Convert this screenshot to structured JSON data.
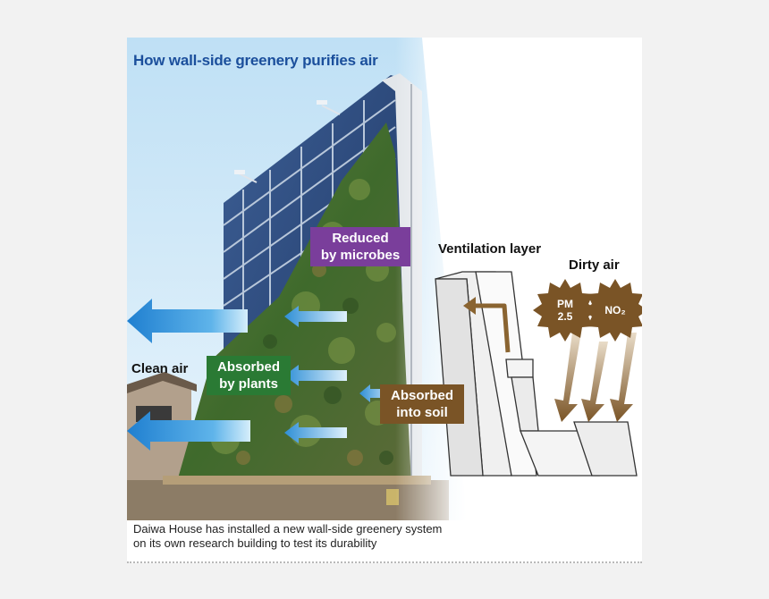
{
  "title": "How wall-side greenery purifies air",
  "labels": {
    "reduced_line1": "Reduced",
    "reduced_line2": "by microbes",
    "absorbed_plants_line1": "Absorbed",
    "absorbed_plants_line2": "by plants",
    "absorbed_soil_line1": "Absorbed",
    "absorbed_soil_line2": "into soil",
    "clean_air": "Clean air",
    "ventilation_layer": "Ventilation layer",
    "dirty_air": "Dirty air"
  },
  "pollutants": {
    "pm_line1": "PM",
    "pm_line2": "2.5",
    "no2": "NO₂"
  },
  "caption": {
    "line1": "Daiwa House has installed a new wall-side greenery system",
    "line2": "on its own research building to test its durability"
  },
  "colors": {
    "title": "#1b4f9c",
    "purple_tag": "#7a3e9b",
    "green_tag": "#2a7a34",
    "brown_tag": "#7a5426",
    "clean_air_arrow": "#2f8fd6",
    "dirty_air_arrow": "#8a6431",
    "sky": "#cfe6f6"
  }
}
